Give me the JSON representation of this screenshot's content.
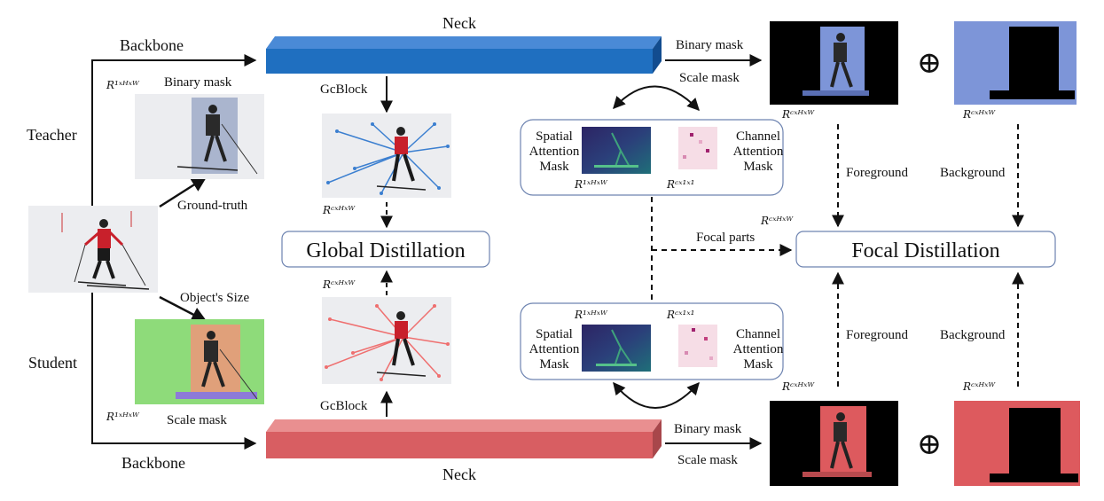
{
  "labels": {
    "neck_top": "Neck",
    "neck_bottom": "Neck",
    "backbone_top": "Backbone",
    "backbone_bottom": "Backbone",
    "teacher": "Teacher",
    "student": "Student",
    "binary_mask_left": "Binary mask",
    "scale_mask_left": "Scale mask",
    "ground_truth": "Ground-truth",
    "objects_size": "Object's Size",
    "gcblock_top": "GcBlock",
    "gcblock_bottom": "GcBlock",
    "binary_mask_top_right": "Binary mask",
    "scale_mask_top_right": "Scale mask",
    "binary_mask_bottom_right": "Binary mask",
    "scale_mask_bottom_right": "Scale mask",
    "spatial_attention_mask": [
      "Spatial",
      "Attention",
      "Mask"
    ],
    "channel_attention_mask": [
      "Channel",
      "Attention",
      "Mask"
    ],
    "foreground_top": "Foreground",
    "background_top": "Background",
    "foreground_bottom": "Foreground",
    "background_bottom": "Background",
    "focal_parts": "Focal parts",
    "plus_symbol": "⊕"
  },
  "math": {
    "r_1hw_binary": "R¹ˣᴴˣᵂ",
    "r_1hw_scale": "R¹ˣᴴˣᵂ",
    "r_chw_gc_top": "Rᶜˣᴴˣᵂ",
    "r_chw_gc_bottom": "Rᶜˣᴴˣᵂ",
    "r_1hw_att_top": "R¹ˣᴴˣᵂ",
    "r_c11_att_top": "Rᶜˣ¹ˣ¹",
    "r_1hw_att_bottom": "R¹ˣᴴˣᵂ",
    "r_c11_att_bottom": "Rᶜˣ¹ˣ¹",
    "r_chw_fg_top": "Rᶜˣᴴˣᵂ",
    "r_chw_bg_top": "Rᶜˣᴴˣᵂ",
    "r_chw_fg_bottom": "Rᶜˣᴴˣᵂ",
    "r_chw_bg_bottom": "Rᶜˣᴴˣᵂ",
    "r_chw_focal": "Rᶜˣᴴˣᵂ"
  },
  "boxes": {
    "global_distillation": "Global Distillation",
    "focal_distillation": "Focal Distillation"
  },
  "colors": {
    "teacher_neck": "#1f6fc0",
    "student_neck": "#d85e62",
    "teacher_mask": "#7d95d8",
    "student_mask": "#dd5a5e",
    "teacher_rays": "#3b7fd0",
    "student_rays": "#ef6f6f",
    "attention_map": "#2a1f5c",
    "channel_map": "#f6dde6",
    "box_border": "#6d83b0"
  },
  "icons": {
    "teacher_flow": "arrow-icon",
    "student_flow": "arrow-icon",
    "plus": "circled-plus-icon",
    "swap": "curved-arrow-icon"
  }
}
